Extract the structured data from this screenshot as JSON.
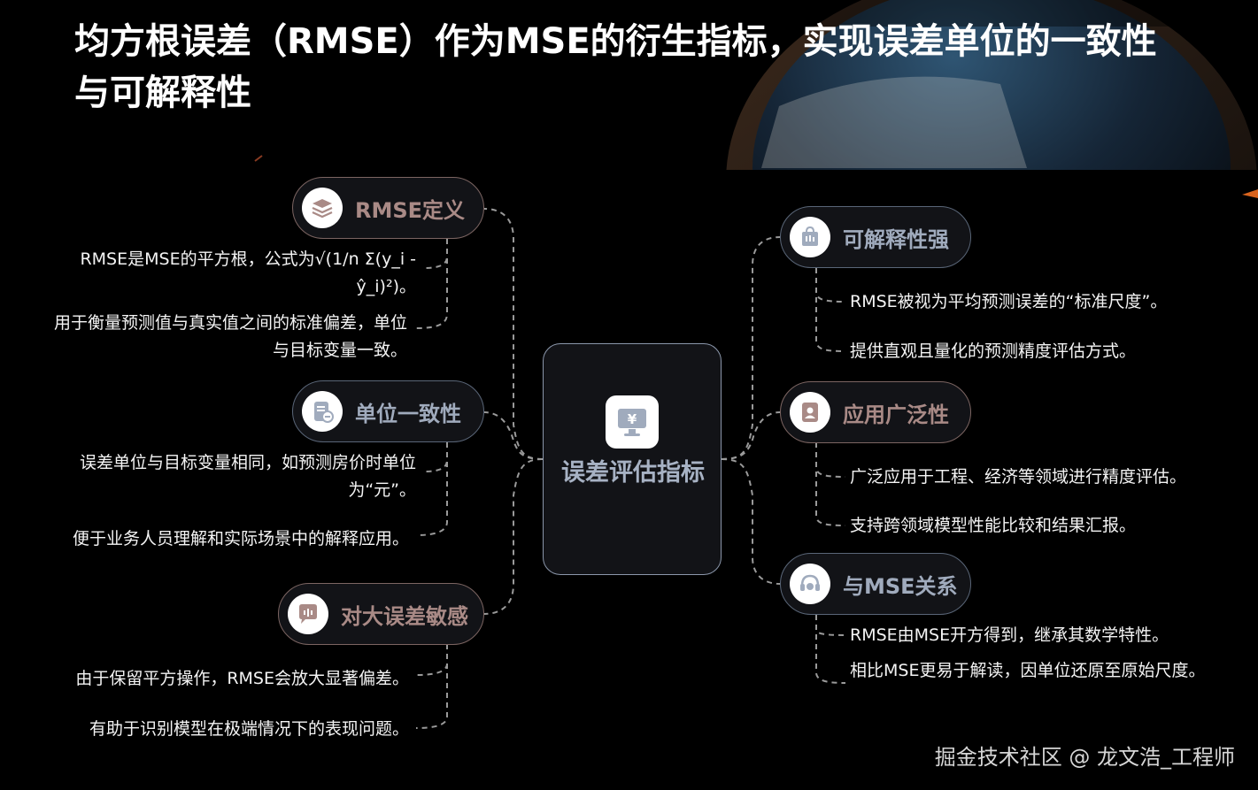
{
  "title": "均方根误差（RMSE）作为MSE的衍生指标，实现误差单位的一致性与可解释性",
  "center": {
    "label": "误差评估指标",
    "icon": "yuan-monitor-icon"
  },
  "left_branches": [
    {
      "label": "RMSE定义",
      "icon": "layers-icon",
      "items": [
        "RMSE是MSE的平方根，公式为√(1/n Σ(y_i - ŷ_i)²)。",
        "用于衡量预测值与真实值之间的标准偏差，单位与目标变量一致。"
      ]
    },
    {
      "label": "单位一致性",
      "icon": "document-icon",
      "items": [
        "误差单位与目标变量相同，如预测房价时单位为“元”。",
        "便于业务人员理解和实际场景中的解释应用。"
      ]
    },
    {
      "label": "对大误差敏感",
      "icon": "chat-bubble-icon",
      "items": [
        "由于保留平方操作，RMSE会放大显著偏差。",
        "有助于识别模型在极端情况下的表现问题。"
      ]
    }
  ],
  "right_branches": [
    {
      "label": "可解释性强",
      "icon": "shopping-bag-icon",
      "items": [
        "RMSE被视为平均预测误差的“标准尺度”。",
        "提供直观且量化的预测精度评估方式。"
      ]
    },
    {
      "label": "应用广泛性",
      "icon": "user-card-icon",
      "items": [
        "广泛应用于工程、经济等领域进行精度评估。",
        "支持跨领域模型性能比较和结果汇报。"
      ]
    },
    {
      "label": "与MSE关系",
      "icon": "headset-icon",
      "items": [
        "RMSE由MSE开方得到，继承其数学特性。",
        "相比MSE更易于解读，因单位还原至原始尺度。"
      ]
    }
  ],
  "watermark": "掘金技术社区 @ 龙文浩_工程师"
}
